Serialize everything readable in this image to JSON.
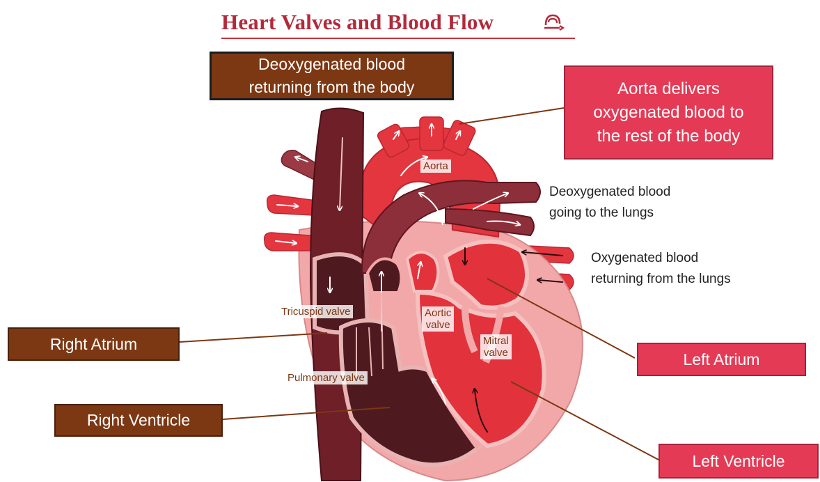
{
  "title": "Heart Valves and Blood Flow",
  "icons": {
    "title_icon": "blood-flow-cycle-icon"
  },
  "callouts": {
    "deoxygenated_from_body": {
      "line1": "Deoxygenated blood",
      "line2": "returning from the body"
    },
    "aorta_delivers": {
      "line1": "Aorta delivers",
      "line2": "oxygenated blood to",
      "line3": "the rest of the body"
    },
    "right_atrium": "Right Atrium",
    "right_ventricle": "Right Ventricle",
    "left_atrium": "Left Atrium",
    "left_ventricle": "Left Ventricle"
  },
  "side_text": {
    "to_lungs": {
      "line1": "Deoxygenated blood",
      "line2": "going to the lungs"
    },
    "from_lungs": {
      "line1": "Oxygenated blood",
      "line2": "returning from the lungs"
    }
  },
  "heart_labels": {
    "aorta": "Aorta",
    "tricuspid": "Tricuspid valve",
    "aortic_line1": "Aortic",
    "aortic_line2": "valve",
    "mitral_line1": "Mitral",
    "mitral_line2": "valve",
    "pulmonary": "Pulmonary valve"
  },
  "colors": {
    "brown_box": "#7c3713",
    "red_box": "#e43a55",
    "title": "#b22a3a",
    "vena_cava": "#6e1f28",
    "heart_outer": "#f2a8a8",
    "right_chamber": "#4e1a20",
    "left_chamber": "#e2323c",
    "pulmonary_artery": "#8c2f3a"
  }
}
